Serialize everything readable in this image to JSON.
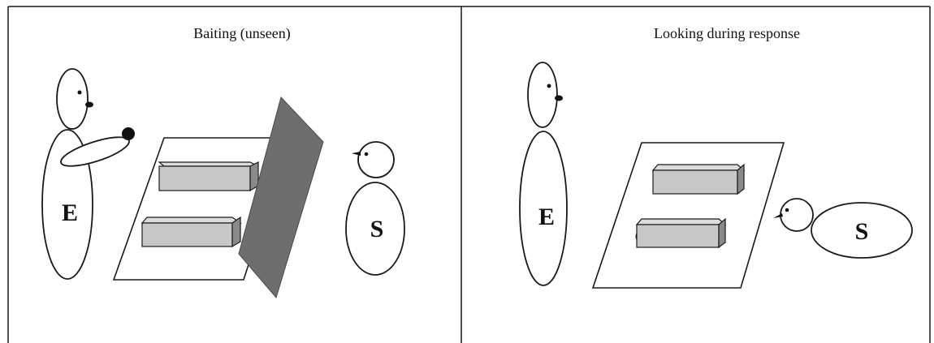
{
  "panels": [
    {
      "title": "Baiting (unseen)",
      "experimenter_label": "E",
      "subject_label": "S"
    },
    {
      "title": "Looking during response",
      "experimenter_label": "E",
      "subject_label": "S"
    }
  ],
  "colors": {
    "line": "#1a1a1a",
    "box_fill": "#c8c8c8",
    "box_side": "#8a8a8a",
    "screen": "#6e6e6e",
    "background": "#ffffff"
  }
}
